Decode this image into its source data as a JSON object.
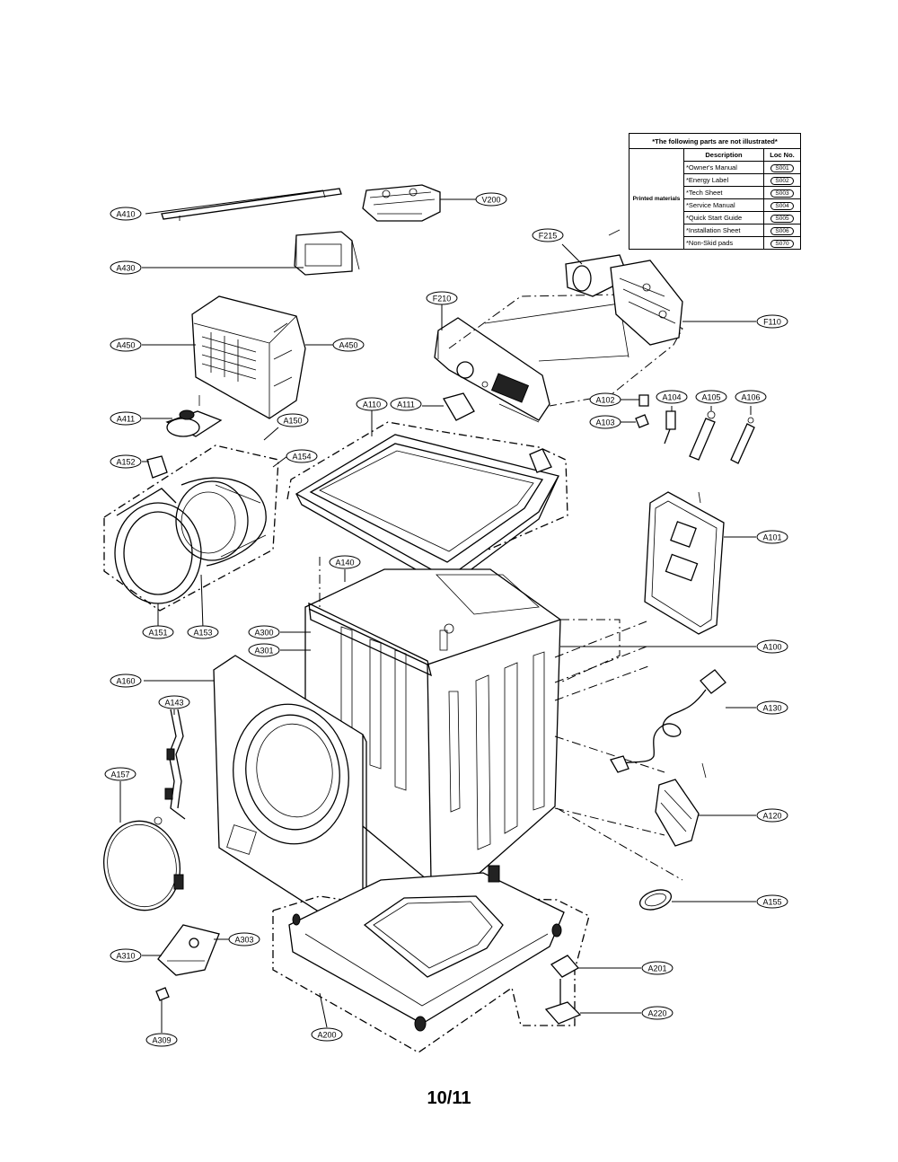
{
  "table": {
    "caption": "*The following parts are not illustrated*",
    "headers": {
      "description": "Description",
      "loc_no": "Loc No."
    },
    "group": "Printed materials",
    "rows": [
      {
        "description": "*Owner's Manual",
        "loc": "S001"
      },
      {
        "description": "*Energy Label",
        "loc": "S002"
      },
      {
        "description": "*Tech Sheet",
        "loc": "S003"
      },
      {
        "description": "*Service Manual",
        "loc": "S004"
      },
      {
        "description": "*Quick Start Guide",
        "loc": "S005"
      },
      {
        "description": "*Installation Sheet",
        "loc": "S006"
      },
      {
        "description": "*Non-Skid pads",
        "loc": "S070"
      }
    ]
  },
  "callouts": [
    {
      "id": "c-a410",
      "label": "A410"
    },
    {
      "id": "c-v200",
      "label": "V200"
    },
    {
      "id": "c-a430",
      "label": "A430"
    },
    {
      "id": "c-f215",
      "label": "F215"
    },
    {
      "id": "c-f210",
      "label": "F210"
    },
    {
      "id": "c-f110",
      "label": "F110"
    },
    {
      "id": "c-a450a",
      "label": "A450"
    },
    {
      "id": "c-a450b",
      "label": "A450"
    },
    {
      "id": "c-a110",
      "label": "A110"
    },
    {
      "id": "c-a111",
      "label": "A111"
    },
    {
      "id": "c-a102",
      "label": "A102"
    },
    {
      "id": "c-a103",
      "label": "A103"
    },
    {
      "id": "c-a104",
      "label": "A104"
    },
    {
      "id": "c-a105",
      "label": "A105"
    },
    {
      "id": "c-a106",
      "label": "A106"
    },
    {
      "id": "c-a411",
      "label": "A411"
    },
    {
      "id": "c-a150",
      "label": "A150"
    },
    {
      "id": "c-a152",
      "label": "A152"
    },
    {
      "id": "c-a154",
      "label": "A154"
    },
    {
      "id": "c-a101",
      "label": "A101"
    },
    {
      "id": "c-a140",
      "label": "A140"
    },
    {
      "id": "c-a151",
      "label": "A151"
    },
    {
      "id": "c-a153",
      "label": "A153"
    },
    {
      "id": "c-a300",
      "label": "A300"
    },
    {
      "id": "c-a301",
      "label": "A301"
    },
    {
      "id": "c-a100",
      "label": "A100"
    },
    {
      "id": "c-a160",
      "label": "A160"
    },
    {
      "id": "c-a130",
      "label": "A130"
    },
    {
      "id": "c-a143",
      "label": "A143"
    },
    {
      "id": "c-a157",
      "label": "A157"
    },
    {
      "id": "c-a120",
      "label": "A120"
    },
    {
      "id": "c-a155",
      "label": "A155"
    },
    {
      "id": "c-a310",
      "label": "A310"
    },
    {
      "id": "c-a309",
      "label": "A309"
    },
    {
      "id": "c-a201",
      "label": "A201"
    },
    {
      "id": "c-a220",
      "label": "A220"
    },
    {
      "id": "c-a303",
      "label": "A303"
    },
    {
      "id": "c-a200",
      "label": "A200"
    }
  ],
  "page_number": "10/11"
}
